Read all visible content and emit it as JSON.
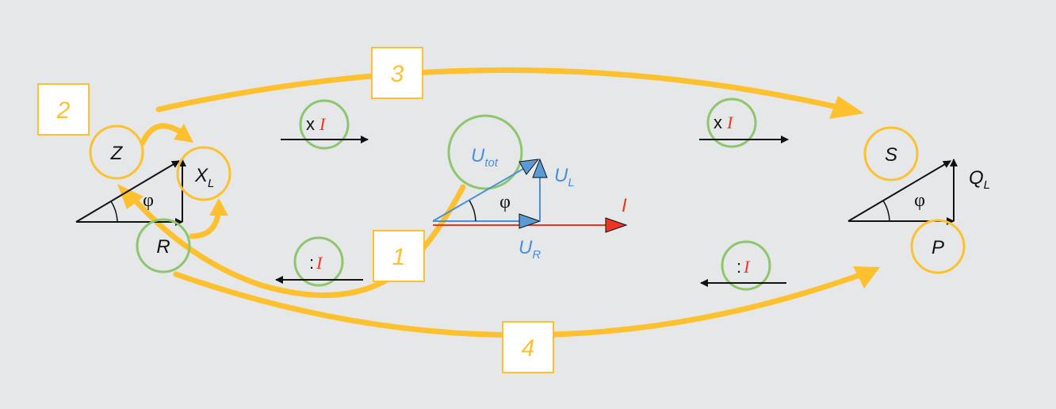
{
  "colors": {
    "background": "#e6e7e9",
    "yellow": "#fdc12f",
    "green": "#8dc66c",
    "black": "#111111",
    "blue": "#4a90d9",
    "blue_fill": "#5b9bd5",
    "red": "#ee3524"
  },
  "steps": {
    "step1": "1",
    "step2": "2",
    "step3": "3",
    "step4": "4"
  },
  "impedance_triangle": {
    "z_label": "Z",
    "xl_main": "X",
    "xl_sub": "L",
    "r_label": "R",
    "angle": "φ"
  },
  "voltage_diagram": {
    "utot_main": "U",
    "utot_sub": "tot",
    "ul_main": "U",
    "ul_sub": "L",
    "ur_main": "U",
    "ur_sub": "R",
    "current": "I",
    "angle": "φ"
  },
  "power_triangle": {
    "s_label": "S",
    "ql_main": "Q",
    "ql_sub": "L",
    "p_label": "P",
    "angle": "φ"
  },
  "operations": {
    "multiply_symbol": "x",
    "divide_symbol": ":",
    "current_symbol": "I"
  }
}
